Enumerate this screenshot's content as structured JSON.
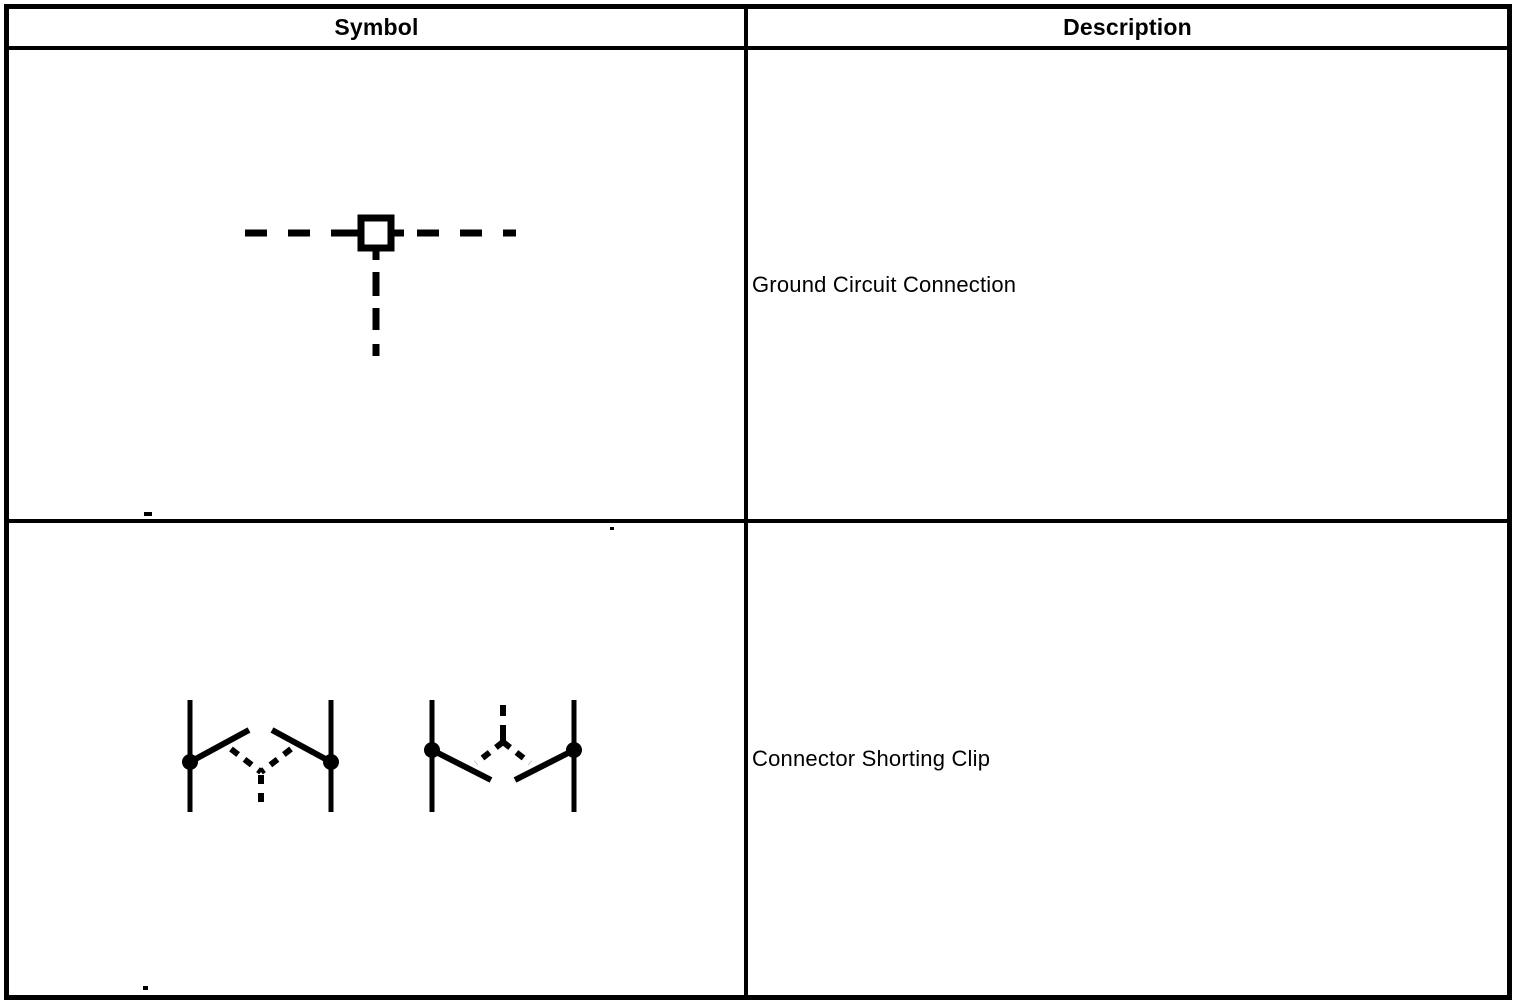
{
  "page": {
    "colors": {
      "ink": "#000000",
      "background": "#ffffff"
    }
  },
  "table": {
    "columns": [
      {
        "label": "Symbol"
      },
      {
        "label": "Description"
      }
    ],
    "rows": [
      {
        "symbol_icon": "ground-circuit-connection-symbol",
        "description": "Ground Circuit Connection"
      },
      {
        "symbol_icon": "connector-shorting-clip-symbol",
        "description": "Connector Shorting Clip"
      }
    ]
  }
}
